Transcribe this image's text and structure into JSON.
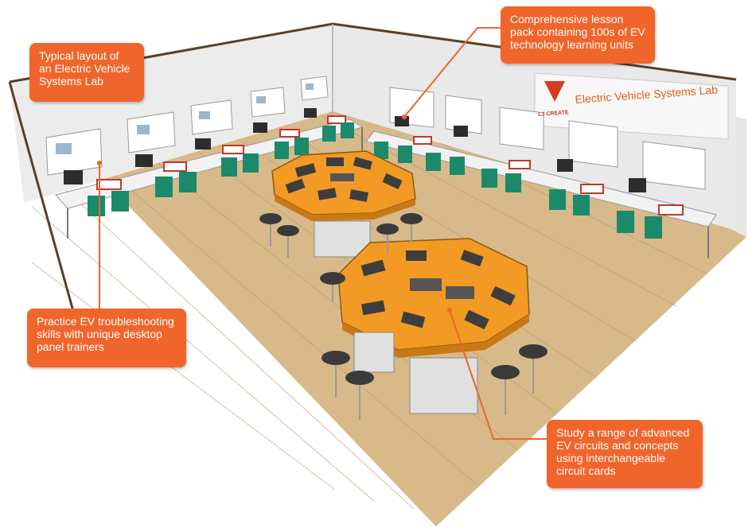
{
  "colors": {
    "callout": "#f0652b",
    "leader": "#f0652b",
    "floor": "#d8b98a",
    "floor_line": "#b9966a",
    "wall": "#ececec",
    "wall_edge": "#5a3f28",
    "table_top": "#f39a25",
    "chair": "#1b8a6b",
    "stool": "#3a3a3a",
    "sign_accent": "#e35b1a"
  },
  "icons": [
    "octagon-table-icon",
    "chair-icon",
    "stool-icon",
    "monitor-icon",
    "panel-trainer-icon"
  ],
  "callouts": [
    {
      "id": "layout",
      "text": "Typical layout of\nan Electric Vehicle\nSystems Lab"
    },
    {
      "id": "lesson_pack",
      "text": "Comprehensive lesson\npack containing 100s of EV\ntechnology learning units"
    },
    {
      "id": "troubleshooting",
      "text": "Practice EV troubleshooting\nskills with unique desktop\npanel trainers"
    },
    {
      "id": "circuits",
      "text": "Study a range of advanced\nEV circuits and concepts\nusing interchangeable\ncircuit cards"
    }
  ],
  "sign": {
    "title": "Electric Vehicle Systems Lab",
    "logo": "LJ CREATE"
  }
}
